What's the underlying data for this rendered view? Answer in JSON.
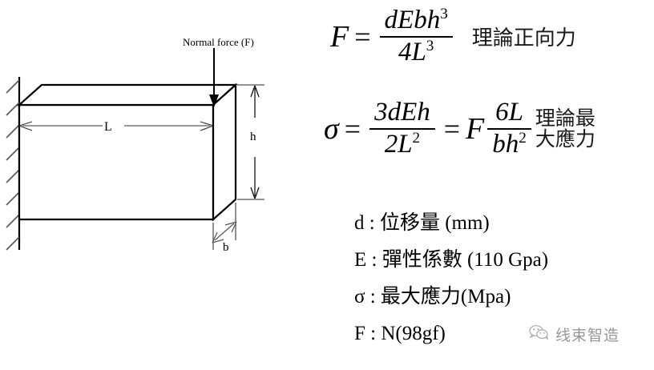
{
  "diagram": {
    "title_label": "Normal force (F)",
    "length_label": "L",
    "height_label": "h",
    "breadth_label": "b",
    "support_type": "fixed-wall-hatching",
    "line_color": "#000000",
    "fill_color": "#ffffff"
  },
  "equations": {
    "normal_force": {
      "lhs": "F",
      "equals": "=",
      "numerator": "dEbh",
      "numerator_exponent": "3",
      "denominator": "4L",
      "denominator_exponent": "3",
      "note": "理論正向力"
    },
    "max_stress": {
      "lhs": "σ",
      "equals_1": "=",
      "numerator_1": "3dEh",
      "numerator_1_exponent": "",
      "denominator_1": "2L",
      "denominator_1_exponent": "2",
      "equals_2": "=",
      "factor": "F",
      "numerator_2": "6L",
      "denominator_2": "bh",
      "denominator_2_exponent": "2",
      "note_line_1": "理論最",
      "note_line_2": "大應力"
    }
  },
  "legend": [
    "d : 位移量 (mm)",
    "E : 彈性係數 (110 Gpa)",
    "σ : 最大應力(Mpa)",
    "F : N(98gf)"
  ],
  "watermark": {
    "icon": "wechat-icon",
    "text": "线束智造",
    "color": "#8e8e8e"
  }
}
